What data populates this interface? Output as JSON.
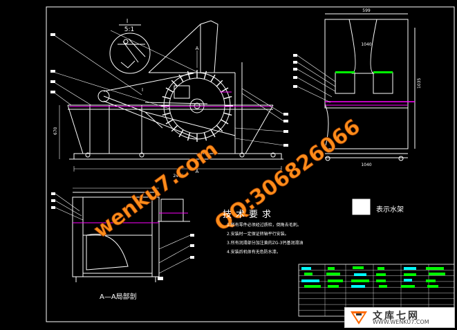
{
  "drawing": {
    "detail": {
      "label": "I",
      "scale": "5:1"
    },
    "section_marks": [
      "A",
      "A",
      "I"
    ],
    "dims": {
      "top_width": "599",
      "side_1040a": "1040",
      "side_1040b": "1040",
      "side_height": "1035",
      "main_width": "2486",
      "main_height": "670"
    },
    "section_caption": "A—A局部剖",
    "legend_label": "表示水架",
    "requirements": {
      "title": "技术要求",
      "items": [
        "1.所有零件必须经过质检，倒角去毛刺。",
        "2.安装时一定保证转轴平行安装。",
        "3.所有润滑部分加注黄的ZG-3钙基润滑油",
        "4.安装后机体有无色防水漆。"
      ]
    }
  },
  "watermarks": {
    "site": "wenku7.com",
    "qq": "QQ:306826066"
  },
  "footer": {
    "brand": "文库七网",
    "url": "WWW.WENKU7.COM"
  },
  "colors": {
    "background": "#000000",
    "lines": "#ffffff",
    "accent": "#ff00ff",
    "watermark": "#ff8c1a",
    "leader": "#00ffff",
    "tables": "#00ff00"
  }
}
